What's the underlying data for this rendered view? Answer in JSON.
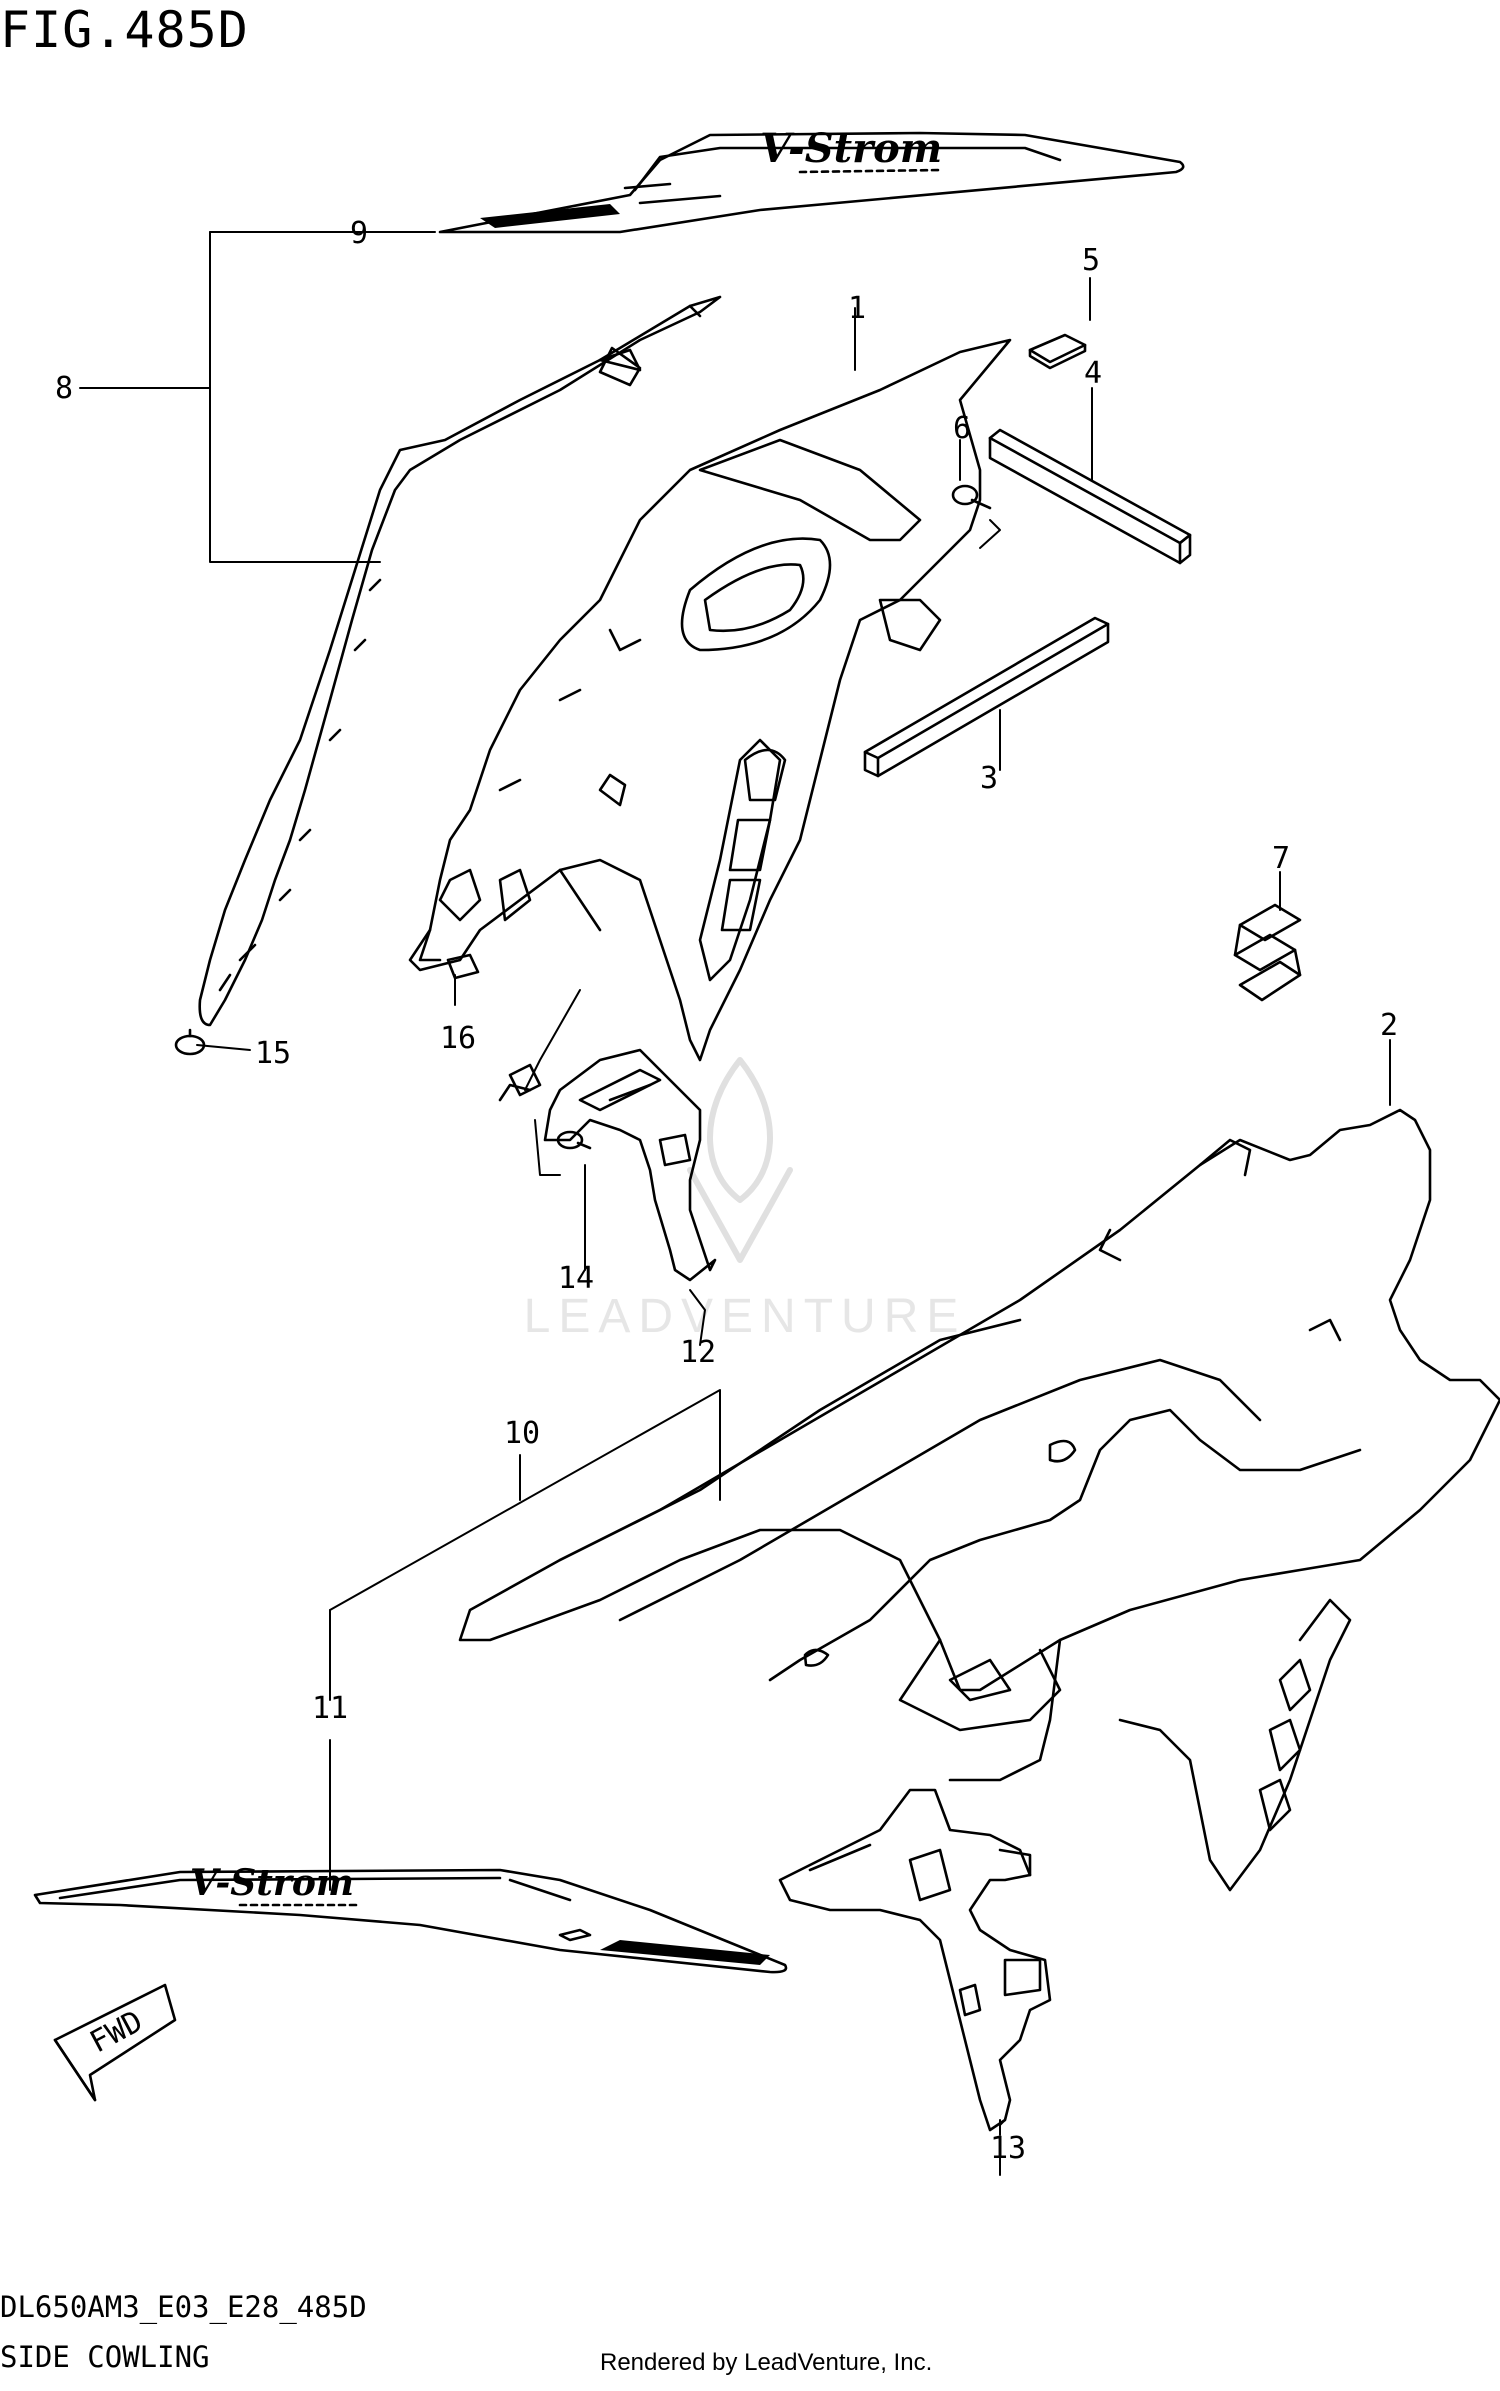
{
  "figure": {
    "title": "FIG.485D",
    "model_code": "DL650AM3_E03_E28_485D",
    "section_name": "SIDE COWLING",
    "credit": "Rendered by LeadVenture, Inc."
  },
  "watermark": {
    "text": "LEADVENTURE"
  },
  "decal_text": "V-Strom",
  "fwd_label": "FWD",
  "callouts": [
    "1",
    "2",
    "3",
    "4",
    "5",
    "6",
    "7",
    "8",
    "9",
    "10",
    "11",
    "12",
    "13",
    "14",
    "15",
    "16"
  ]
}
